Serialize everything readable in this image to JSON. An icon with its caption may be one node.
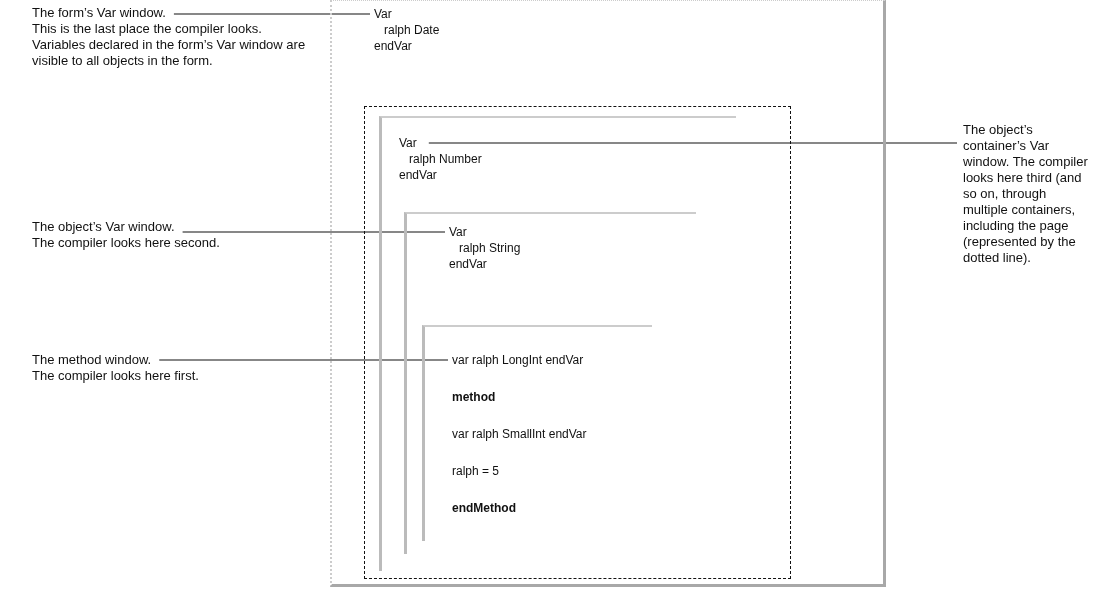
{
  "diagram": {
    "nodes": [
      {
        "text": [
          "Var",
          "ralph Date",
          "endVar"
        ]
      },
      {
        "text": [],
        "shape": "box",
        "in": 0
      },
      {
        "text": [
          "Var",
          "ralph Number",
          "endVar"
        ],
        "in": 1
      },
      {
        "text": [
          "Var",
          "ralph String",
          "endVar"
        ],
        "in": 2
      },
      {
        "text": [
          "var ralph LongInt endVar",
          "method",
          "var ralph SmallInt endVar",
          "ralph = 5",
          "endMethod"
        ],
        "in": 3
      },
      {
        "text": [
          "The form’s Var window.",
          "This is the last place the compiler looks. Variables declared in the form’s Var window are visible to all objects in the form."
        ]
      },
      {
        "text": [
          "The object’s container’s Var window. The compiler looks here third (and so on, through multiple containers, including the page (represented by the dotted line)."
        ]
      },
      {
        "text": [
          "The object’s Var window.",
          "The compiler looks here second."
        ]
      },
      {
        "text": [
          "The method window.",
          "The compiler looks here first."
        ]
      }
    ],
    "edges": [
      {
        "from": 5,
        "to": 0,
        "arrow": "none"
      },
      {
        "from": 6,
        "to": 2,
        "arrow": "none"
      },
      {
        "from": 7,
        "to": 3,
        "arrow": "none"
      },
      {
        "from": 8,
        "to": 4,
        "arrow": "none"
      }
    ]
  }
}
